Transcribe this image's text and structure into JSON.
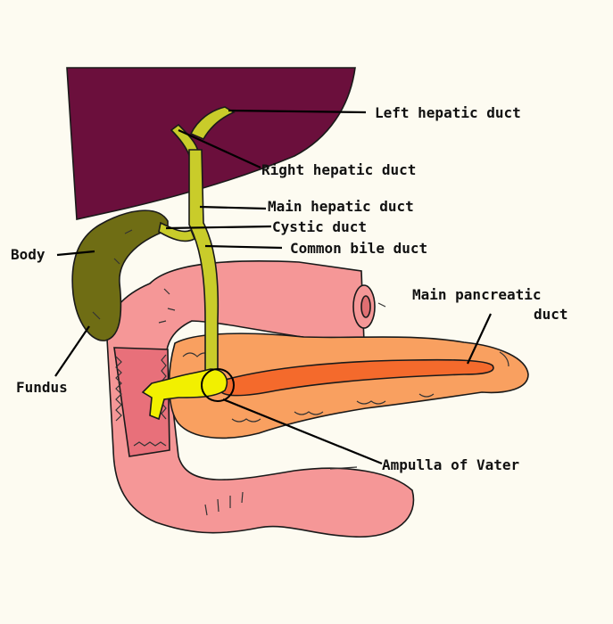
{
  "colors": {
    "background": "#fdfbf1",
    "liver": "#6b0f3c",
    "gallbladder": "#6f6d14",
    "duct": "#c9cc2a",
    "duct_highlight": "#f2f000",
    "intestine": "#f59797",
    "intestine_dark": "#e06f72",
    "pancreas": "#f9a060",
    "pancreatic_duct": "#f46a2c"
  },
  "labels": {
    "left_hepatic_duct": "Left hepatic duct",
    "right_hepatic_duct": "Right hepatic duct",
    "main_hepatic_duct": "Main hepatic duct",
    "cystic_duct": "Cystic duct",
    "common_bile_duct": "Common bile duct",
    "body": "Body",
    "main_pancreatic_duct_line1": "Main pancreatic",
    "main_pancreatic_duct_line2": "duct",
    "fundus": "Fundus",
    "ampulla_of_vater": "Ampulla of Vater"
  }
}
